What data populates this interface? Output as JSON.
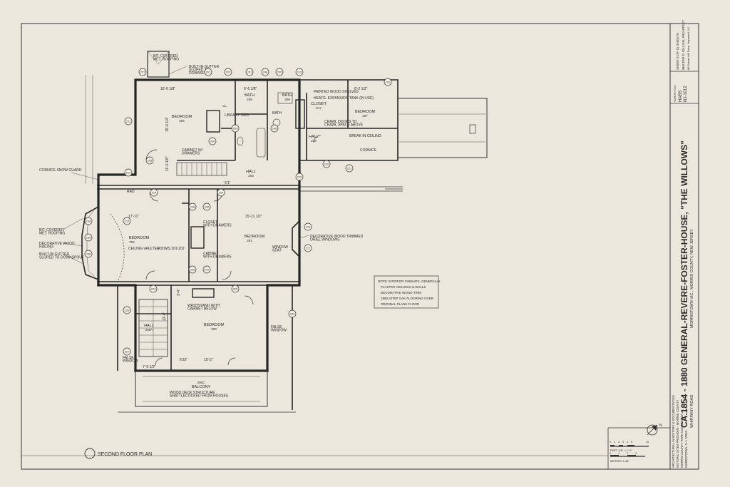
{
  "title_block": {
    "title": "CA.1854 - 1880 GENERAL-REVERE-FOSTER-HOUSE, \"THE WILLOWS\"",
    "address_line": "MORRISTOWN VIC., MORRIS COUNTY, NEW JERSEY",
    "road": "WHIPPANY ROAD",
    "survey_label": "SURVEY NO.",
    "survey_code": "HABS",
    "survey_number": "NJ-1012",
    "sheet_label": "SHEET 6 OF 15 SHEETS",
    "architect": "WALTER D. KILLIAN, ARCHITECT",
    "architect_address": "88 Estate Hill Drive, Hopewell, NJ",
    "dept_line1": "ARCHITECTURAL INVENTORY & DOCUMENTATION",
    "dept_line2": "HISTORIC SITES PROGRAM - MORRIS COUNTY",
    "dept_line3": "MORRIS COUNTY PARK COMMISSION",
    "dept_line4": "MORRISTOWN, N.J. 07963"
  },
  "drawing": {
    "caption": "SECOND FLOOR PLAN",
    "note": [
      "NOTE: INTERIOR FINISHES, GENERALLY",
      "PLASTER CEILINGS & WALLS",
      "DECORATIVE WOOD TRIM",
      "1980 STRIP OAK FLOORING OVER",
      "ORIGINAL PLANK FLOOR"
    ],
    "rooms": {
      "bedroom_204": "BEDROOM",
      "bedroom_204_num": "204",
      "bath_205": "BATH",
      "bath_205_num": "205",
      "bath_206": "BATH",
      "bath_206_num": "206",
      "bedroom_207": "BEDROOM",
      "bedroom_207_num": "207",
      "bedroom_202": "BEDROOM",
      "bedroom_202_num": "202",
      "bedroom_201": "BEDROOM",
      "bedroom_201_num": "201",
      "bedroom_200": "BEDROOM",
      "bedroom_200_num": "200",
      "hall_203": "HALL",
      "hall_203_num": "203",
      "hall_200a": "HALL",
      "hall_200a_num": "200A",
      "hall_210": "HALL",
      "hall_210_num": "210",
      "balcony": "BALCONY",
      "balcony_num": "200C",
      "closet_217": "CLOSET",
      "closet_num": "217",
      "cl": "CL"
    },
    "annotations": {
      "bit_roofing": "BIT. COVERED\nMET. ROOFING",
      "built_gutter": "BUILT-IN GUTTER\nSLOPED TO\nDOWNSPOUT",
      "bit_roofing_2": "BIT. COVERED\nMET. ROOFING",
      "painted_shelves": "PAINTED WOOD SHELVES",
      "expansion_tank": "HEATG. EXPANSION TANK (IN USE)",
      "crawl_doors": "CRAWL DOORS TO\nCRAWL SPACE ABOVE",
      "break_ceiling": "BREAK IN CEILING",
      "cornice": "CORNICE",
      "ceiling_vaulted": "CEILING VAULTED",
      "rooms_note": "ROOMS 201-202",
      "deco_railing": "DECORATIVE WOOD\nRAILING",
      "gutter_downspout": "BUILT-IN GUTTER\nSLOPED TO DOWNSPOUT",
      "cornice_guard": "CORNICE SNOW GUARD",
      "library": "LIBRARY 1920",
      "cabinet_drawers": "CABINET W/\nDRAWERS",
      "closet_drawers": "CLOSET\nWITH DRAWERS",
      "cabinet_drawers_2": "CABINET\nWITH DRAWERS",
      "deco_trimmed": "DECORATIVE WOOD TRIMMED\nORIEL WINDOWS",
      "window_seat": "WINDOW\nSEAT",
      "washstand": "WASHSTAND WITH\nCABINET BELOW",
      "false_window": "FALSE\nWINDOW",
      "false_window_2": "FALSE\nWINDOW",
      "wood_deck": "WOOD DECK STRUCTURE\nSHATTLECOCKED FROM HOUSES",
      "rad": "RAD",
      "bath_cap": "BATH"
    },
    "dims": {
      "d1": "16'-0 1/8\"",
      "d2": "6'-6 1/8\"",
      "d3": "6'-2 1/2\"",
      "d4": "15'-0 1/4\"",
      "d5": "11'-0 1/8\"",
      "d6": "17'-11\"",
      "d7": "15'-11 1/2\"",
      "d8": "15'-2\"",
      "d9": "6'10\"",
      "d10": "7'-9 1/2\"",
      "d11": "13'-8\"",
      "d12": "3'-4\"",
      "d13": "6'1\""
    },
    "tags": [
      "207",
      "208",
      "209",
      "210",
      "211",
      "212",
      "213",
      "214",
      "215",
      "216",
      "217",
      "201",
      "202",
      "203",
      "204",
      "205",
      "206",
      "220",
      "221",
      "222",
      "223",
      "224",
      "225",
      "226",
      "227",
      "228",
      "229",
      "230",
      "231",
      "233",
      "234",
      "235",
      "236",
      "237"
    ]
  },
  "scale": {
    "feet_label": "FEET  1/8\" = 1'-0\"",
    "meters_label": "METERS  1:48",
    "feet_ticks": [
      "0",
      "1",
      "2",
      "3",
      "4",
      "5",
      "10"
    ],
    "meter_ticks": [
      "0",
      "1",
      "2",
      "3"
    ]
  },
  "north_arrow": "N"
}
